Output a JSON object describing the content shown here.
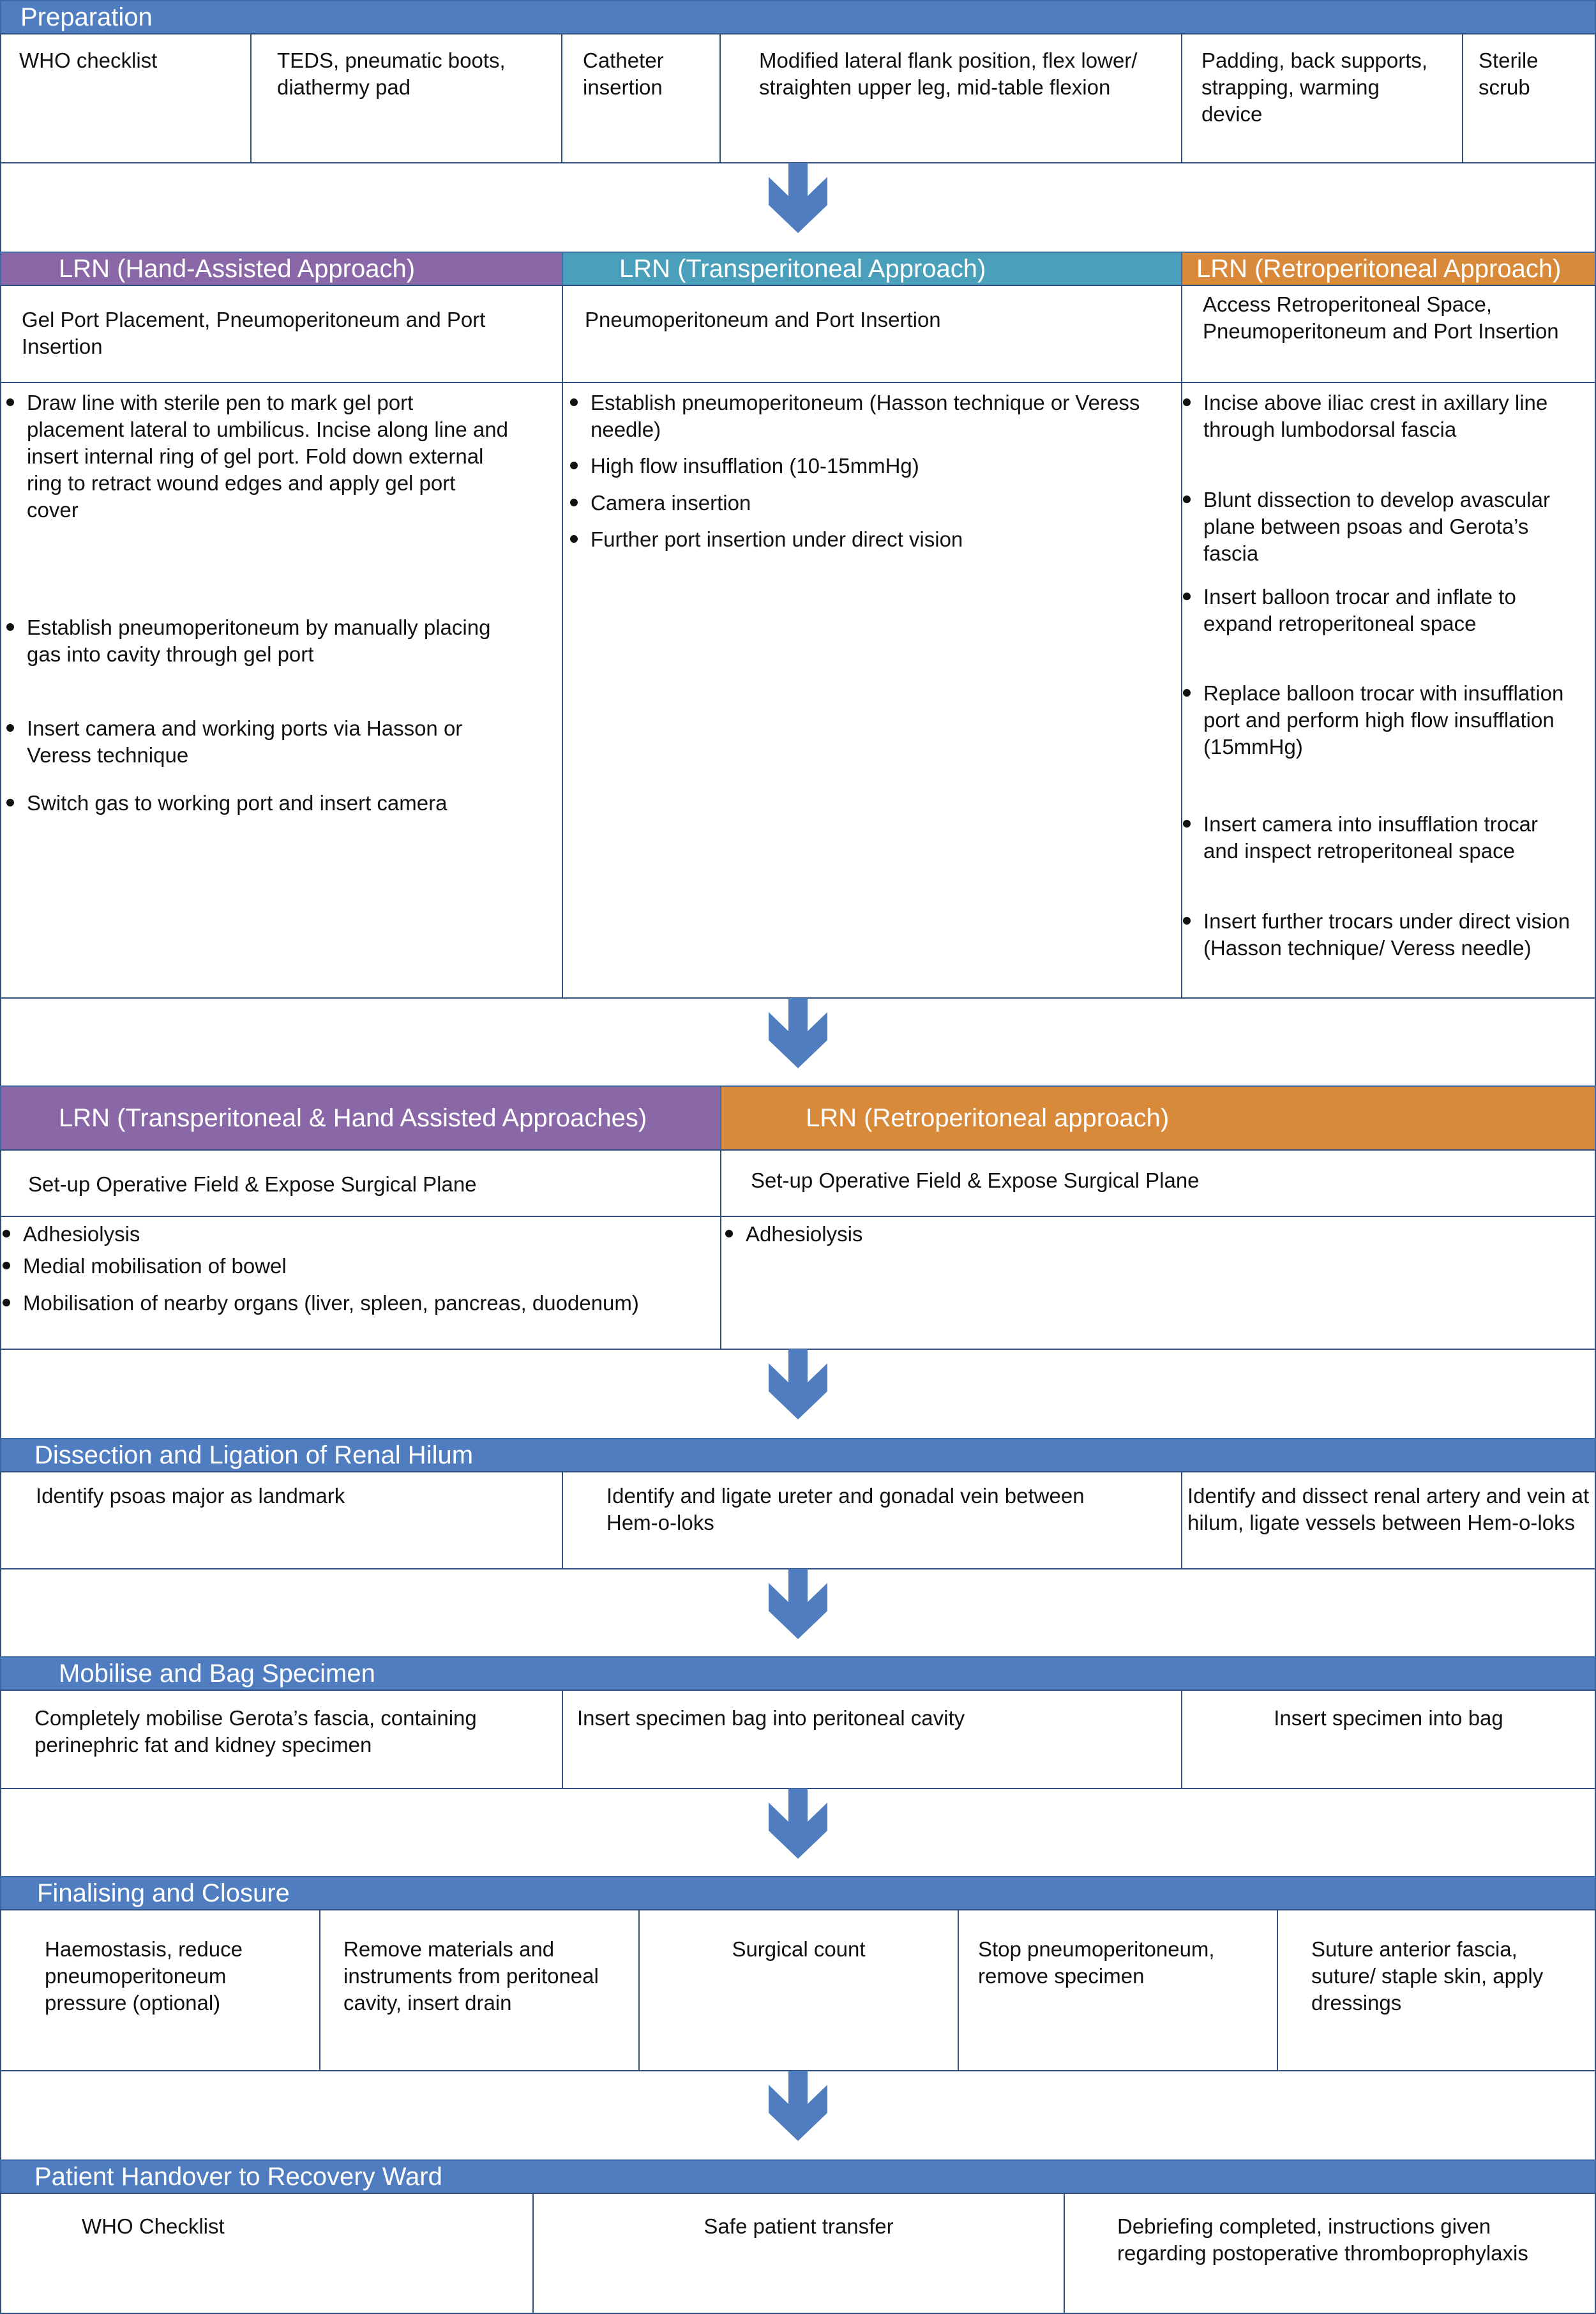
{
  "colors": {
    "blue": "#4f7dbf",
    "purple": "#8a68a8",
    "teal": "#4aa0ba",
    "orange": "#d88a3a",
    "arrow": "#4f7dbf",
    "border": "#2f4f7f"
  },
  "icons": [
    "down-arrow-icon",
    "bullet-icon"
  ],
  "preparation": {
    "title": "Preparation",
    "items": [
      "WHO checklist",
      "TEDS, pneumatic boots, diathermy pad",
      "Catheter insertion",
      "Modified lateral flank position, flex lower/ straighten upper leg, mid-table flexion",
      "Padding, back supports, strapping, warming device",
      "Sterile scrub"
    ]
  },
  "approaches": {
    "hand": {
      "title": "LRN (Hand-Assisted Approach)",
      "subtitle": "Gel Port Placement, Pneumoperitoneum and Port Insertion",
      "bullets": [
        "Draw line with sterile pen to mark gel port placement lateral to umbilicus. Incise along line and insert internal ring of gel port. Fold down external ring to retract wound edges and apply gel port cover",
        "Establish pneumoperitoneum by manually placing gas into cavity through gel port",
        "Insert camera and working ports via Hasson or Veress technique",
        "Switch gas to working port and insert camera"
      ]
    },
    "trans": {
      "title": "LRN (Transperitoneal Approach)",
      "subtitle": "Pneumoperitoneum and Port Insertion",
      "bullets": [
        "Establish pneumoperitoneum (Hasson technique or Veress needle)",
        "High flow insufflation (10-15mmHg)",
        "Camera insertion",
        "Further port insertion under direct vision"
      ]
    },
    "retro": {
      "title": "LRN (Retroperitoneal Approach)",
      "subtitle": "Access Retroperitoneal Space, Pneumoperitoneum and Port Insertion",
      "bullets": [
        "Incise above iliac crest in axillary line through lumbodorsal fascia",
        "Blunt dissection to develop avascular plane between psoas and Gerota’s fascia",
        "Insert balloon trocar and inflate to expand retroperitoneal space",
        "Replace balloon trocar with insufflation port and perform high flow insufflation (15mmHg)",
        "Insert camera into insufflation trocar and inspect retroperitoneal space",
        "Insert further trocars under direct vision (Hasson technique/ Veress needle)"
      ]
    }
  },
  "setup": {
    "left": {
      "title": "LRN (Transperitoneal & Hand Assisted Approaches)",
      "subtitle": "Set-up Operative Field & Expose Surgical Plane",
      "bullets": [
        "Adhesiolysis",
        "Medial mobilisation of bowel",
        "Mobilisation of nearby organs (liver, spleen, pancreas, duodenum)"
      ]
    },
    "right": {
      "title": "LRN (Retroperitoneal approach)",
      "subtitle": "Set-up Operative Field & Expose Surgical Plane",
      "bullets": [
        "Adhesiolysis"
      ]
    }
  },
  "hilum": {
    "title": "Dissection and Ligation of Renal Hilum",
    "items": [
      "Identify psoas major as landmark",
      "Identify and ligate ureter and gonadal vein between Hem-o-loks",
      "Identify and dissect renal artery and vein at hilum, ligate vessels between Hem-o-loks"
    ]
  },
  "mobilise": {
    "title": "Mobilise and Bag Specimen",
    "items": [
      "Completely mobilise Gerota’s fascia, containing perinephric fat and kidney specimen",
      "Insert specimen bag into peritoneal cavity",
      "Insert specimen into bag"
    ]
  },
  "closure": {
    "title": "Finalising and Closure",
    "items": [
      "Haemostasis, reduce pneumoperitoneum pressure (optional)",
      "Remove materials and instruments from peritoneal cavity, insert drain",
      "Surgical count",
      "Stop pneumoperitoneum, remove specimen",
      "Suture anterior fascia, suture/ staple skin, apply dressings"
    ]
  },
  "handover": {
    "title": "Patient Handover to Recovery Ward",
    "items": [
      "WHO Checklist",
      "Safe patient transfer",
      "Debriefing completed, instructions given regarding postoperative thromboprophylaxis"
    ]
  }
}
